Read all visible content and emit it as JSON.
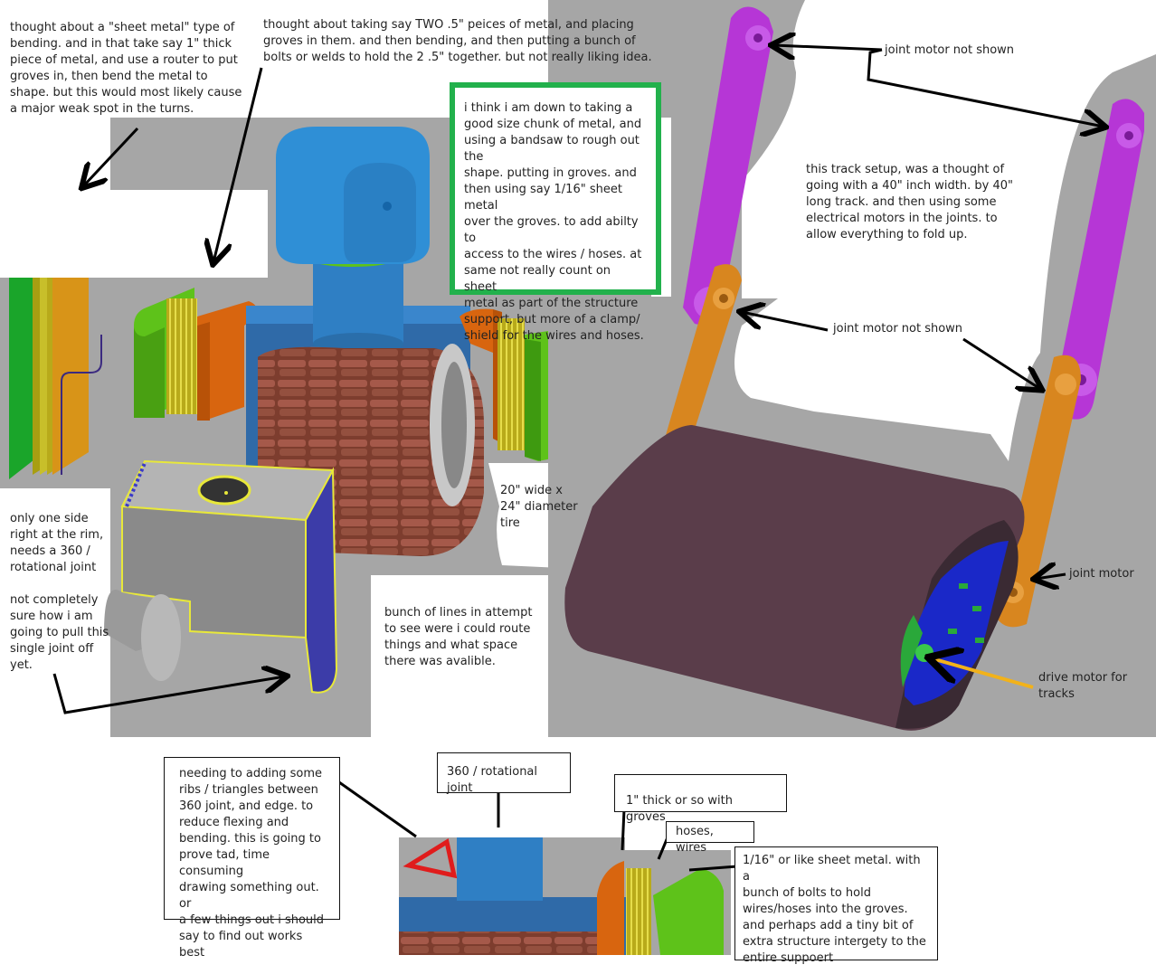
{
  "notes": {
    "sheet_metal": "thought about a \"sheet metal\" type of\nbending. and in that take say 1\" thick\npiece of metal, and use a router to put\ngroves in, then bend the metal to\nshape.  but this would most likely cause\na major weak spot in the turns.",
    "two_pieces": "thought about taking say TWO .5\" peices of metal, and placing\ngroves in them. and then bending, and then putting a bunch of\nbolts or welds to hold the 2 .5\" together. but not really liking idea.",
    "chunk_of_metal": "i think i am down to taking a\ngood size chunk of metal, and\nusing a bandsaw to rough out the\nshape. putting in groves. and\nthen using say 1/16\" sheet metal\nover the groves. to add abilty to\naccess to the wires / hoses. at\nsame not really count on sheet\nmetal as part of the structure\nsupport, but more of a clamp/\nshield for the wires and hoses.",
    "joint_motor_top": "joint motor not shown",
    "joint_motor_mid": "joint motor not shown",
    "track_setup": "this track setup, was a thought of\ngoing with a 40\" inch width. by 40\"\nlong track. and then using some\nelectrical motors in the joints. to\nallow everything to fold up.",
    "joint_motor": "joint motor",
    "drive_motor": "drive motor for\ntracks",
    "tire": "20\" wide x\n24\" diameter\ntire",
    "one_side": "only one side\nright at the rim,\nneeds a 360 /\nrotational joint",
    "not_sure": "not completely\nsure how i am\ngoing to pull this\nsingle joint off\nyet.",
    "bunch_of_lines": "bunch of lines in attempt\nto see were i could route\nthings and what space\nthere was avalible.",
    "ribs": "needing to adding some\nribs / triangles between\n360 joint, and edge. to\nreduce flexing and\nbending.  this is going to\nprove tad, time consuming\ndrawing something out. or\na few things out i should\nsay to find out works best",
    "rotational_joint": "360 / rotational joint",
    "one_inch": "1\" thick or so with groves",
    "hoses_wires": "hoses, wires",
    "sheet_metal_bolts": "1/16\" or like sheet metal. with a\nbunch of bolts to hold\nwires/hoses into the groves.\nand perhaps add a tiny bit of\nextra structure intergety to the\nentire suppoert"
  },
  "colors": {
    "part_green": "#5ec21a",
    "part_yellow": "#c8c21a",
    "part_orange": "#d8650f",
    "hub_blue": "#2f7fc4",
    "tire_brown": "#8b4a38",
    "arm_purple": "#b636d6",
    "arm_orange": "#d8861f",
    "track_maroon": "#5a3d4a",
    "bg_gray": "#a6a6a6",
    "highlight_green": "#22b14c",
    "arrow_yellow": "#f2b21a",
    "triangle_red": "#e01c1c"
  }
}
